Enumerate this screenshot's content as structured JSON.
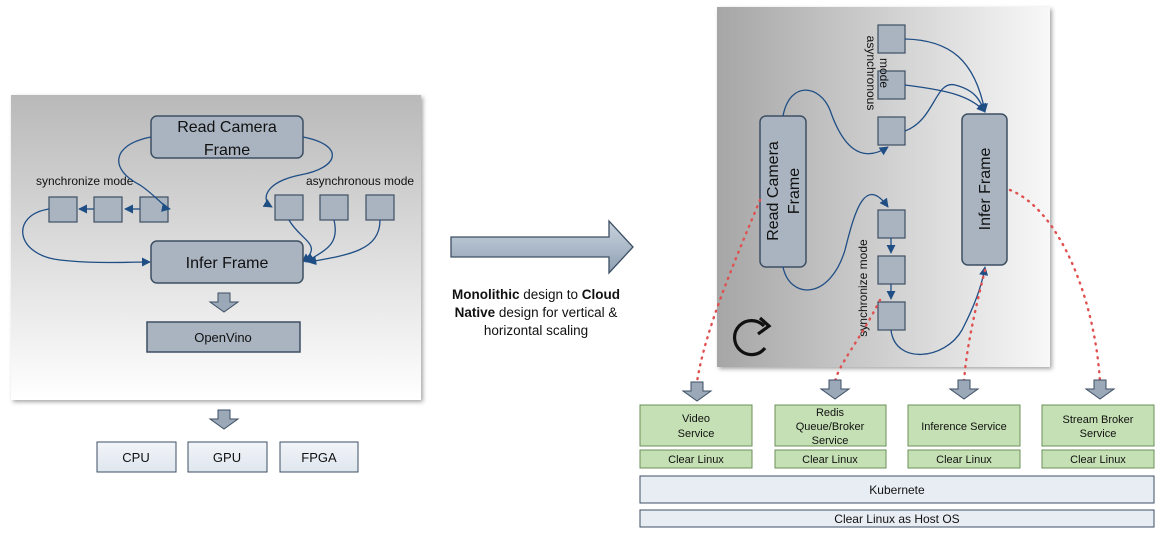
{
  "left": {
    "read_frame": [
      "Read Camera",
      "Frame"
    ],
    "sync_label": "synchronize mode",
    "async_label": "asynchronous mode",
    "infer_frame": "Infer Frame",
    "openvino": "OpenVino",
    "hardware": [
      "CPU",
      "GPU",
      "FPGA"
    ]
  },
  "caption": {
    "part1_bold": "Monolithic",
    "part2": " design to ",
    "part3_bold": "Cloud Native",
    "part4": " design for vertical & horizontal scaling"
  },
  "right": {
    "read_frame": [
      "Read Camera",
      "Frame"
    ],
    "infer_frame": "Infer Frame",
    "async_label": [
      "asynchronous",
      "mode"
    ],
    "sync_label": "synchronize mode",
    "services": [
      {
        "name": [
          "Video",
          "Service"
        ],
        "os": "Clear Linux"
      },
      {
        "name": [
          "Redis",
          "Queue/Broker",
          "Service"
        ],
        "os": "Clear Linux"
      },
      {
        "name": [
          "Inference Service"
        ],
        "os": "Clear Linux"
      },
      {
        "name": [
          "Stream Broker",
          "Service"
        ],
        "os": "Clear Linux"
      }
    ],
    "kubernete": "Kubernete",
    "host_os": "Clear Linux as Host OS"
  },
  "colors": {
    "box_fill": "#a9b4c0",
    "box_stroke": "#3d4f63",
    "curve": "#1f4e85",
    "service_fill": "#c5e0b4",
    "service_stroke": "#6b8f58",
    "dotted": "#e05050",
    "light_box": "#e8edf3"
  }
}
